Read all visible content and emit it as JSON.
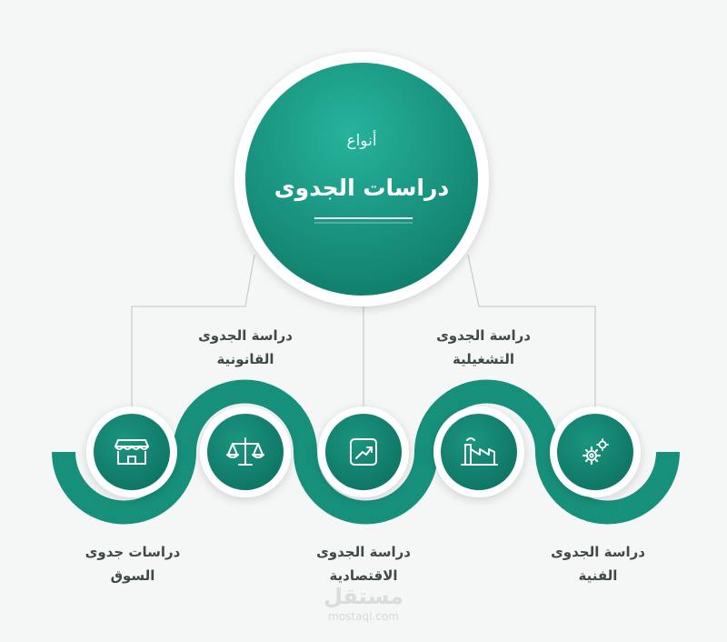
{
  "hub": {
    "title_small": "أنواع",
    "title_large": "دراسات الجدوى"
  },
  "top_labels": {
    "legal": [
      "دراسة الجدوى",
      "القانونية"
    ],
    "operational": [
      "دراسة الجدوى",
      "التشغيلية"
    ]
  },
  "bottom_labels": {
    "market": [
      "دراسات جدوى",
      "السوق"
    ],
    "economic": [
      "دراسة الجدوى",
      "الاقتصادية"
    ],
    "technical": [
      "دراسة الجدوى",
      "الفنية"
    ]
  },
  "icons": [
    "store-icon",
    "scales-icon",
    "chart-up-icon",
    "factory-icon",
    "gears-icon"
  ],
  "watermark": {
    "arabic": "مستقل",
    "latin": "mostaql.com"
  },
  "colors": {
    "teal_dark": "#12806f",
    "teal_mid": "#19967f",
    "teal_light": "#24b29c",
    "background": "#f5f6f6",
    "text": "#3f4a48"
  }
}
